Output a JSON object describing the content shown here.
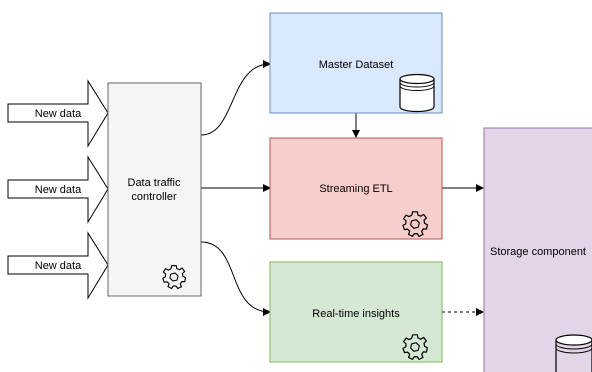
{
  "inputs": [
    {
      "label": "New data"
    },
    {
      "label": "New data"
    },
    {
      "label": "New data"
    }
  ],
  "controller": {
    "line1": "Data traffic",
    "line2": "controller",
    "icon": "gear-icon"
  },
  "master_dataset": {
    "label": "Master Dataset",
    "icon": "database-icon",
    "color": "#dae8fc",
    "stroke": "#6c8ebf"
  },
  "streaming_etl": {
    "label": "Streaming ETL",
    "icon": "gear-icon",
    "color": "#f8cecc",
    "stroke": "#b85450"
  },
  "realtime_insights": {
    "label": "Real-time insights",
    "icon": "gear-icon",
    "color": "#d5e8d4",
    "stroke": "#82b366"
  },
  "storage": {
    "label": "Storage component",
    "icon": "database-icon",
    "color": "#e1d5e7",
    "stroke": "#9673a6"
  }
}
